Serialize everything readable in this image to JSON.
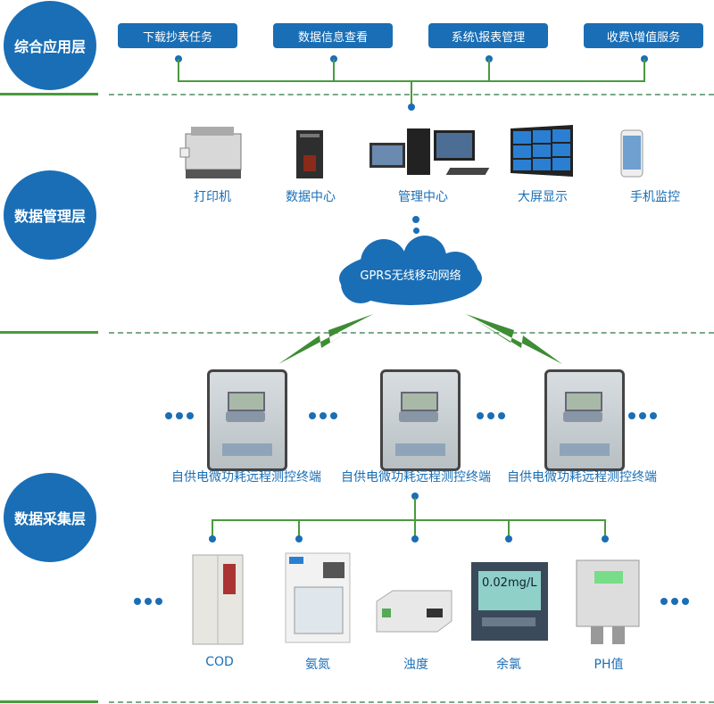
{
  "layers": [
    "综合应用层",
    "数据管理层",
    "数据采集层"
  ],
  "app_layer": {
    "buttons": [
      "下载抄表任务",
      "数据信息查看",
      "系统\\报表管理",
      "收费\\增值服务"
    ]
  },
  "management_layer": {
    "devices": [
      "打印机",
      "数据中心",
      "管理中心",
      "大屏显示",
      "手机监控"
    ],
    "network": "GPRS无线移动网络"
  },
  "collection_layer": {
    "terminals": [
      "自供电微功耗远程测控终端",
      "自供电微功耗远程测控终端",
      "自供电微功耗远程测控终端"
    ],
    "sensors": [
      "COD",
      "氨氮",
      "浊度",
      "余氯",
      "PH值"
    ],
    "sensor_readout": "0.02mg/L"
  },
  "colors": {
    "primary": "#1a6eb5",
    "line": "#4a9a3e"
  }
}
